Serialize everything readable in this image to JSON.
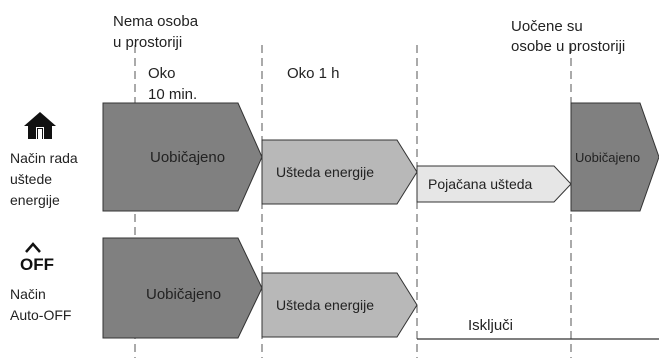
{
  "header": {
    "left_line1": "Nema osoba",
    "left_line2": "u prostoriji",
    "right_line1": "Uočene su",
    "right_line2": "osobe u prostoriji"
  },
  "timing": {
    "oko_line1": "Oko",
    "oko_line2": "10 min.",
    "one_hour": "Oko 1 h"
  },
  "rows": [
    {
      "id": "energy-saving",
      "icon": "house-icon",
      "label_lines": [
        "Način rada",
        "uštede",
        "energije"
      ],
      "stages": [
        "Uobičajeno",
        "Ušteda energije",
        "Pojačana ušteda",
        "Uobičajeno"
      ]
    },
    {
      "id": "auto-off",
      "icon": "off-icon",
      "icon_text": "OFF",
      "label_lines": [
        "Način",
        "Auto-OFF"
      ],
      "stages": [
        "Uobičajeno",
        "Ušteda energije",
        "Isključi"
      ]
    }
  ],
  "colors": {
    "dark_gray": "#808080",
    "mid_gray": "#b8b8b8",
    "light_gray": "#e6e6e6",
    "outline": "#333333",
    "dashed_line": "#555555",
    "icon": "#111111"
  }
}
